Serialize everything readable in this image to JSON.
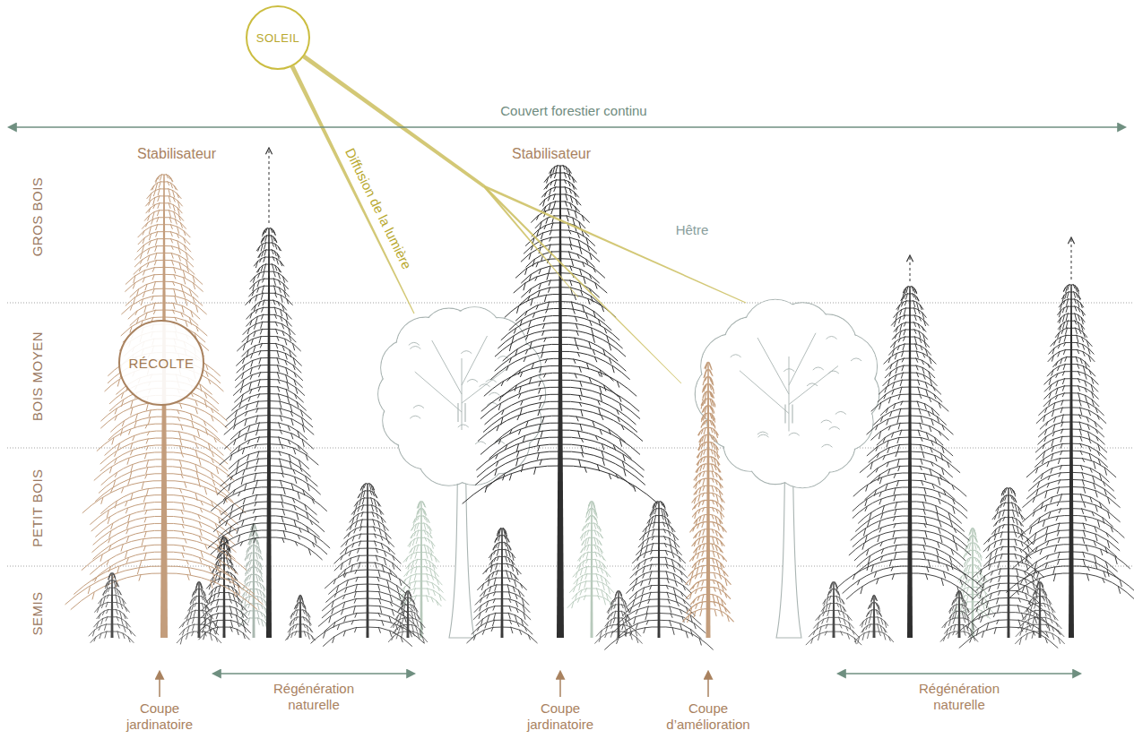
{
  "diagram": {
    "nodes": [
      {
        "text": [
          "SOLEIL"
        ]
      },
      {
        "text": [
          "RÉCOLTE"
        ]
      }
    ],
    "labels": [
      "Couvert forestier continu",
      "Diffusion de la lumière",
      "Stabilisateur",
      "Stabilisateur",
      "Hêtre",
      "GROS BOIS",
      "BOIS MOYEN",
      "PETIT BOIS",
      "SEMIS",
      "Coupe jardinatoire",
      "Régénération naturelle",
      "Coupe jardinatoire",
      "Coupe d’amélioration",
      "Régénération naturelle"
    ]
  }
}
